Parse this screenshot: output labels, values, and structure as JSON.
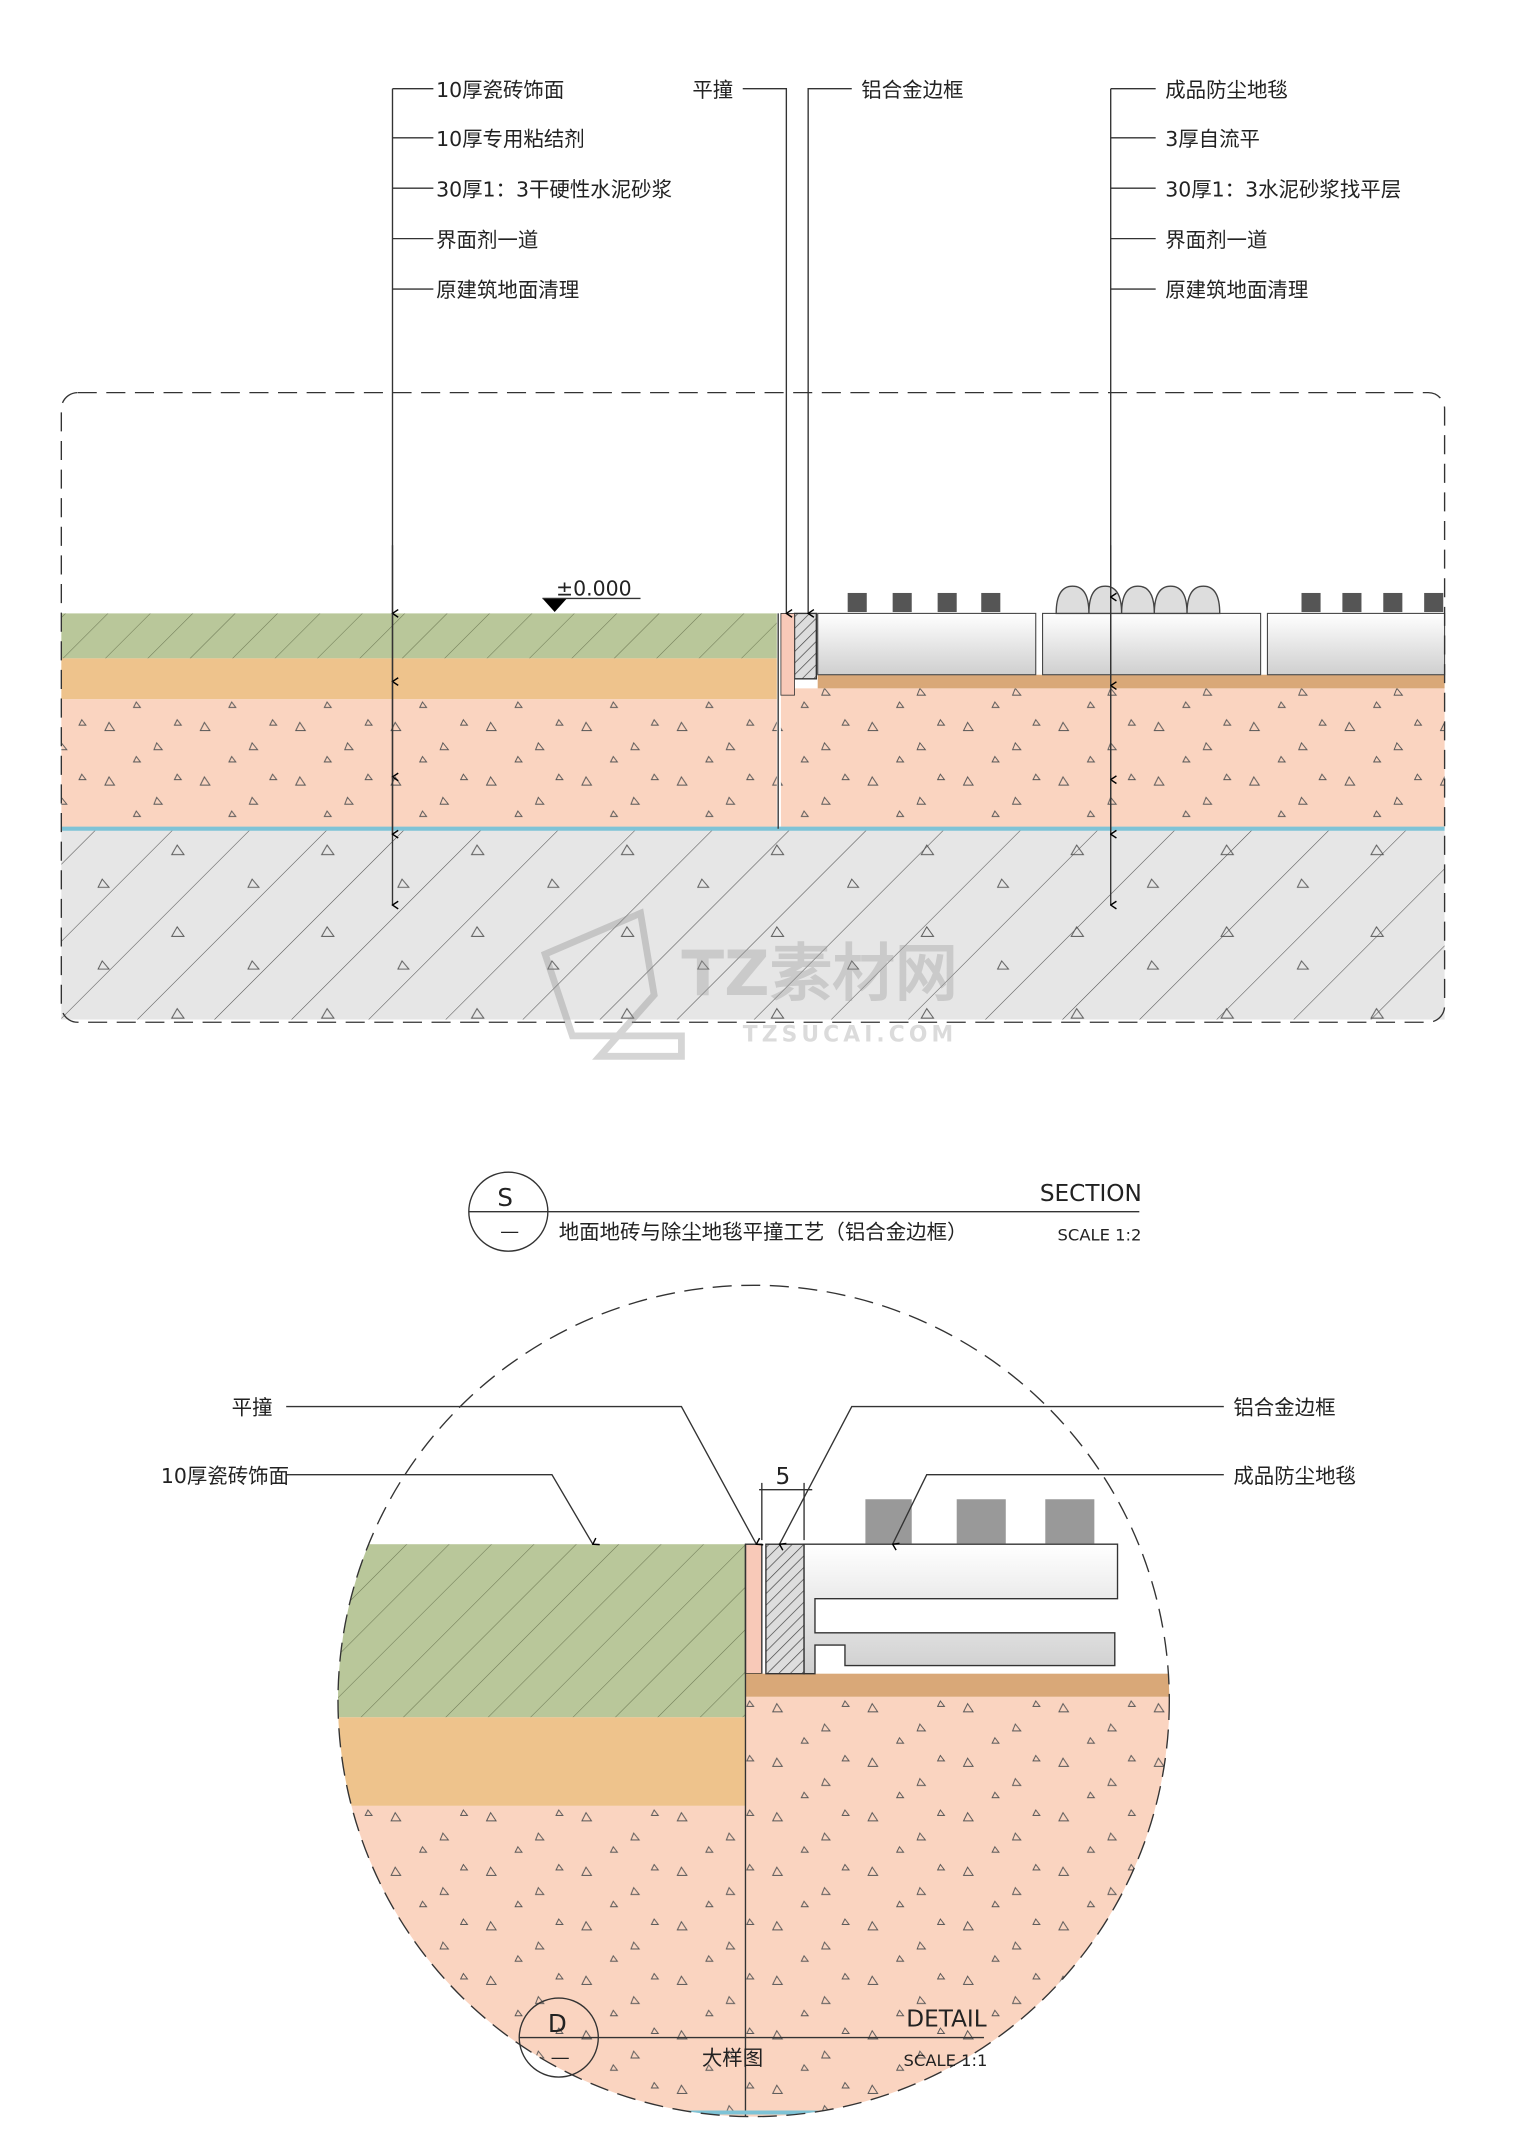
{
  "section": {
    "left_labels": [
      "10厚瓷砖饰面",
      "10厚专用粘结剂",
      "30厚1：3干硬性水泥砂浆",
      "界面剂一道",
      "原建筑地面清理"
    ],
    "flush_label": "平撞",
    "frame_label": "铝合金边框",
    "right_labels": [
      "成品防尘地毯",
      "3厚自流平",
      "30厚1：3水泥砂浆找平层",
      "界面剂一道",
      "原建筑地面清理"
    ],
    "level_mark": "±0.000",
    "title_symbol": "S",
    "title_sub_symbol": "—",
    "title_kind": "SECTION",
    "title_name": "地面地砖与除尘地毯平撞工艺（铝合金边框）",
    "scale": "SCALE 1:2"
  },
  "detail": {
    "flush_label": "平撞",
    "tile_label": "10厚瓷砖饰面",
    "frame_label": "铝合金边框",
    "carpet_label": "成品防尘地毯",
    "dimension": "5",
    "title_symbol": "D",
    "title_sub_symbol": "—",
    "title_kind": "DETAIL",
    "title_name": "大样图",
    "scale": "SCALE 1:1"
  },
  "watermark": {
    "brand": "TZ素材网",
    "url": "TZSUCAI.COM"
  },
  "colors": {
    "tile": "#b9c79a",
    "adhesive": "#eec38c",
    "mortar": "#fad4c0",
    "concrete": "#e6e6e6",
    "membrane": "#7ec3d6"
  }
}
